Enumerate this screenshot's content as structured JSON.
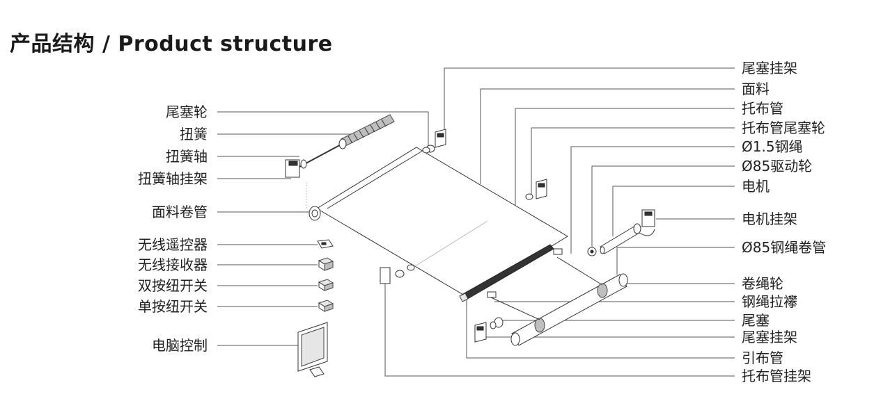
{
  "title": "产品结构 / Product structure",
  "left_labels": [
    "尾塞轮",
    "扭簧",
    "扭簧轴",
    "扭簧轴挂架",
    "面料卷管",
    "无线遥控器",
    "无线接收器",
    "双按纽开关",
    "单按纽开关",
    "电脑控制"
  ],
  "right_labels": [
    "尾塞挂架",
    "面料",
    "托布管",
    "托布管尾塞轮",
    "Ø1.5钢绳",
    "Ø85驱动轮",
    "电机",
    "电机挂架",
    "Ø85钢绳卷管",
    "卷绳轮",
    "钢绳拉襻",
    "尾塞",
    "尾塞挂架",
    "引布管",
    "托布管挂架"
  ]
}
